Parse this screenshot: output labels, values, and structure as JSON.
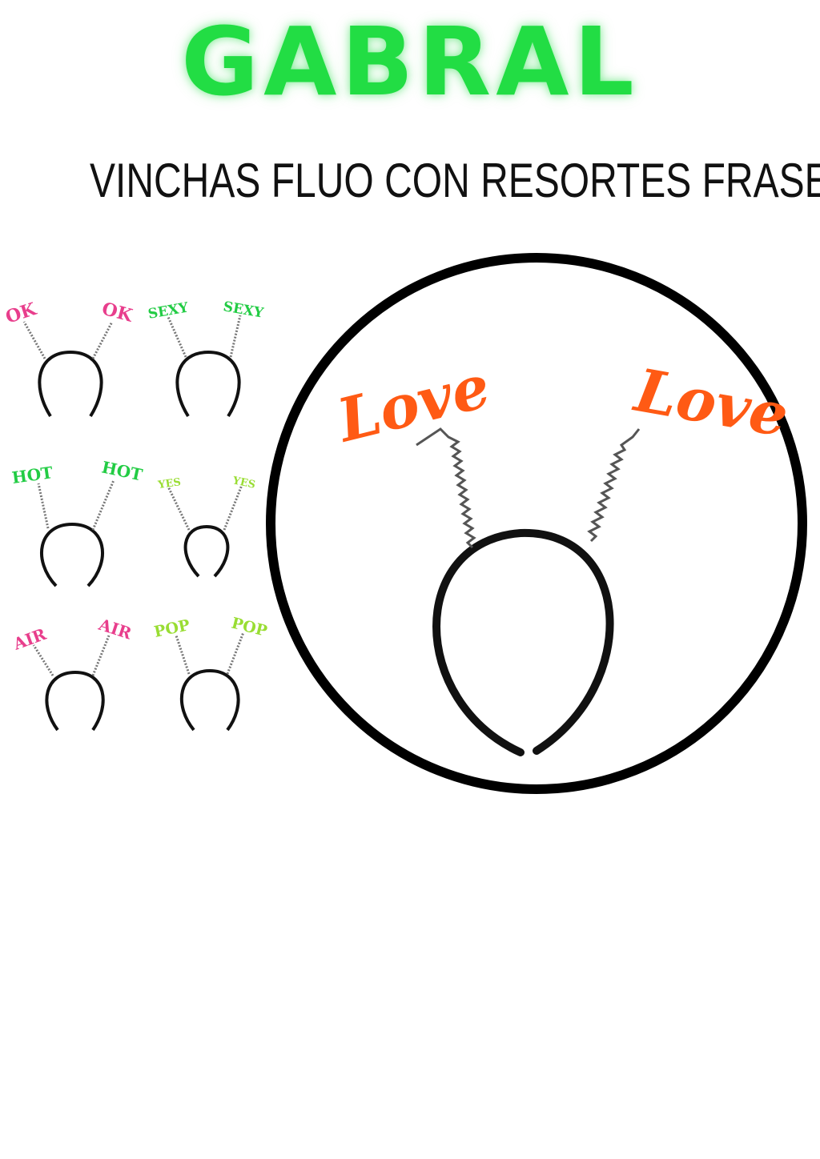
{
  "header": {
    "brand": "GABRAL",
    "subtitle": "VINCHAS FLUO CON RESORTES FRASES"
  },
  "colors": {
    "brand": "#22dd44",
    "pink": "#e83e8c",
    "green": "#22cc44",
    "lime": "#99dd33",
    "orange": "#ff5a14",
    "band": "#111111"
  },
  "variants": [
    {
      "word": "OK",
      "color": "#e83e8c"
    },
    {
      "word": "SEXY",
      "color": "#22cc44"
    },
    {
      "word": "HOT",
      "color": "#22cc44"
    },
    {
      "word": "YES",
      "color": "#99dd33"
    },
    {
      "word": "AIR",
      "color": "#e83e8c"
    },
    {
      "word": "POP",
      "color": "#99dd33"
    }
  ],
  "featured": {
    "word": "Love",
    "color": "#ff5a14"
  }
}
